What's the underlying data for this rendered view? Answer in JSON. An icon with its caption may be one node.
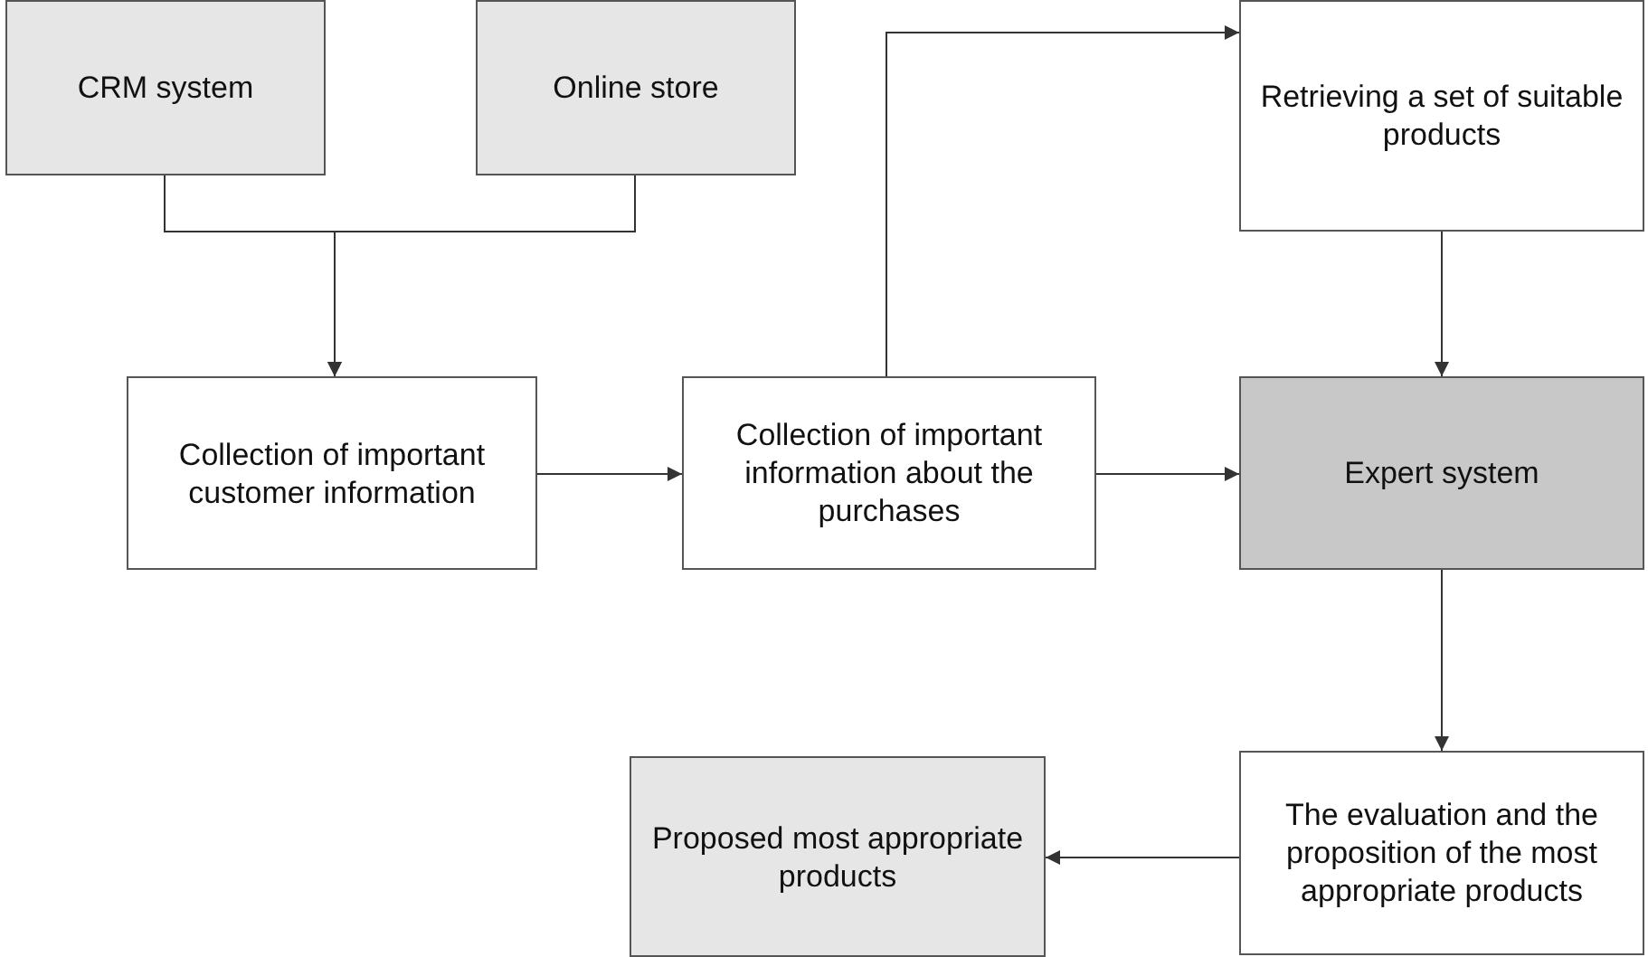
{
  "diagram": {
    "nodes": [
      {
        "text": [
          "CRM system"
        ]
      },
      {
        "text": [
          "Online store"
        ]
      },
      {
        "text": [
          "Retrieving a set of suitable products"
        ]
      },
      {
        "text": [
          "Collection of important customer information"
        ]
      },
      {
        "text": [
          "Collection of important information about the purchases"
        ]
      },
      {
        "text": [
          "Expert system"
        ]
      },
      {
        "text": [
          "Proposed most appropriate products"
        ]
      },
      {
        "text": [
          "The evaluation and the proposition of the most appropriate products"
        ]
      }
    ],
    "edges": [
      {
        "from": 0,
        "to": 3,
        "arrow": "to"
      },
      {
        "from": 1,
        "to": 3,
        "arrow": "to"
      },
      {
        "from": 3,
        "to": 4,
        "arrow": "to"
      },
      {
        "from": 4,
        "to": 2,
        "arrow": "to"
      },
      {
        "from": 2,
        "to": 5,
        "arrow": "to"
      },
      {
        "from": 4,
        "to": 5,
        "arrow": "to"
      },
      {
        "from": 5,
        "to": 7,
        "arrow": "to"
      },
      {
        "from": 7,
        "to": 6,
        "arrow": "to"
      }
    ]
  }
}
